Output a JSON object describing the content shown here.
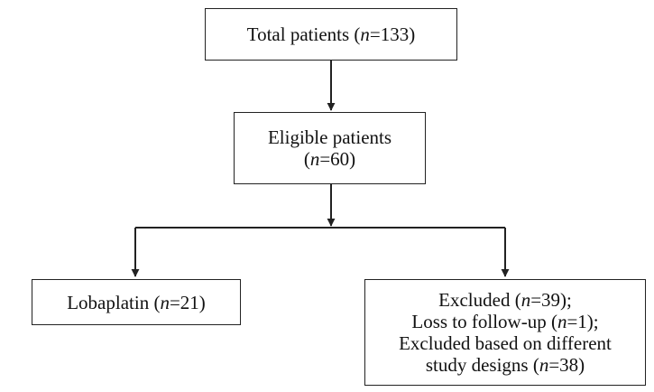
{
  "flowchart": {
    "total": {
      "label": "Total patients (",
      "n_symbol": "n",
      "value": "=133)"
    },
    "eligible": {
      "line1": "Eligible patients",
      "line2_open": "(",
      "n_symbol": "n",
      "line2_value": "=60)"
    },
    "lobaplatin": {
      "label": "Lobaplatin (",
      "n_symbol": "n",
      "value": "=21)"
    },
    "excluded": {
      "line1_label": "Excluded (",
      "line1_n": "n",
      "line1_value": "=39);",
      "line2_label": "Loss to follow-up (",
      "line2_n": "n",
      "line2_value": "=1);",
      "line3": "Excluded based on different",
      "line4_label": "study designs (",
      "line4_n": "n",
      "line4_value": "=38)"
    }
  },
  "colors": {
    "stroke": "#222222",
    "text": "#111111",
    "background": "#ffffff"
  }
}
